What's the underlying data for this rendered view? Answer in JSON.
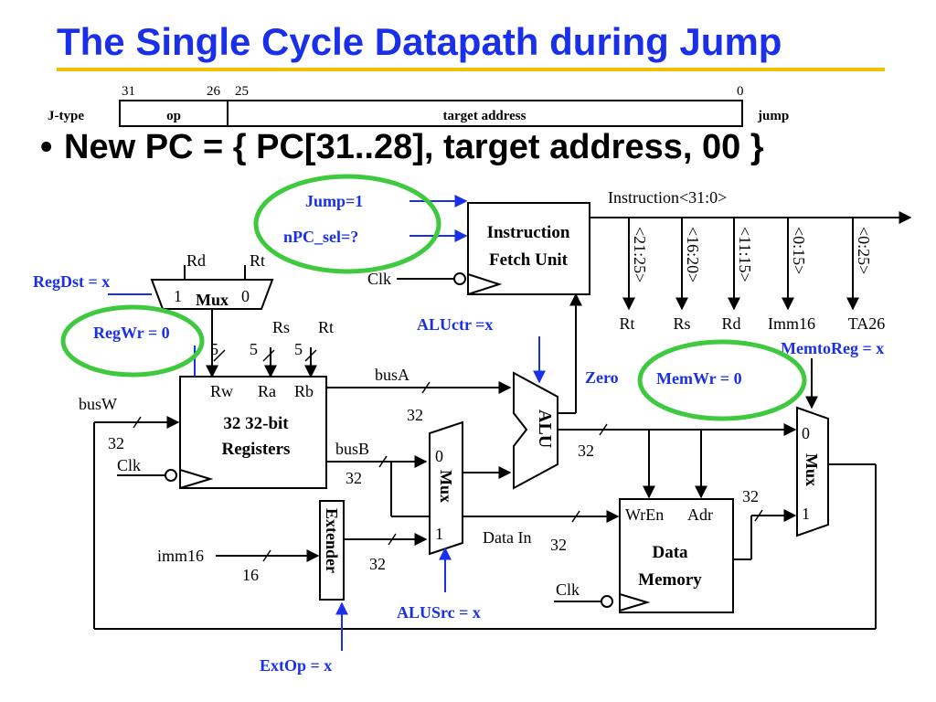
{
  "slide": {
    "title": "The Single Cycle Datapath during Jump",
    "bullet": "New PC = { PC[31..28], target address, 00 }",
    "bullet_marker": "•"
  },
  "format": {
    "bit_31": "31",
    "bit_26": "26",
    "bit_25": "25",
    "bit_0": "0",
    "type_label": "J-type",
    "field_op": "op",
    "field_target": "target address",
    "instr_name": "jump"
  },
  "datapath": {
    "ifu": {
      "line1": "Instruction",
      "line2": "Fetch Unit"
    },
    "instruction_bus": "Instruction<31:0>",
    "fields": [
      {
        "bits": "<21:25>",
        "name": "Rt"
      },
      {
        "bits": "<16:20>",
        "name": "Rs"
      },
      {
        "bits": "<11:15>",
        "name": "Rd"
      },
      {
        "bits": "<0:15>",
        "name": "Imm16"
      },
      {
        "bits": "<0:25>",
        "name": "TA26"
      }
    ],
    "regdst_mux": {
      "label": "Mux",
      "in1": "1",
      "in0": "0",
      "rd": "Rd",
      "rt": "Rt"
    },
    "registers": {
      "rw": "Rw",
      "ra": "Ra",
      "rb": "Rb",
      "line1": "32 32-bit",
      "line2": "Registers",
      "rs": "Rs",
      "rt": "Rt",
      "width5": "5"
    },
    "alu": "ALU",
    "alusrc_mux": {
      "label": "Mux",
      "in0": "0",
      "in1": "1"
    },
    "memtoreg_mux": {
      "label": "Mux",
      "in0": "0",
      "in1": "1"
    },
    "extender": "Extender",
    "data_memory": {
      "wren": "WrEn",
      "adr": "Adr",
      "line1": "Data",
      "line2": "Memory"
    },
    "buses": {
      "busA": "busA",
      "busB": "busB",
      "busW": "busW",
      "imm16": "imm16",
      "data_in": "Data In",
      "w32": "32",
      "w16": "16",
      "clk": "Clk",
      "zero": "Zero"
    }
  },
  "controls": {
    "jump": "Jump=1",
    "npc_sel": "nPC_sel=?",
    "regdst": "RegDst = x",
    "regwr": "RegWr = 0",
    "aluctr": "ALUctr =x",
    "memtoreg": "MemtoReg = x",
    "memwr": "MemWr = 0",
    "alusrc": "ALUSrc = x",
    "extop": "ExtOp = x"
  },
  "colors": {
    "control_text": "#1a30e8",
    "highlight_circle": "#3ec93e",
    "title_rule": "#f2c200"
  }
}
